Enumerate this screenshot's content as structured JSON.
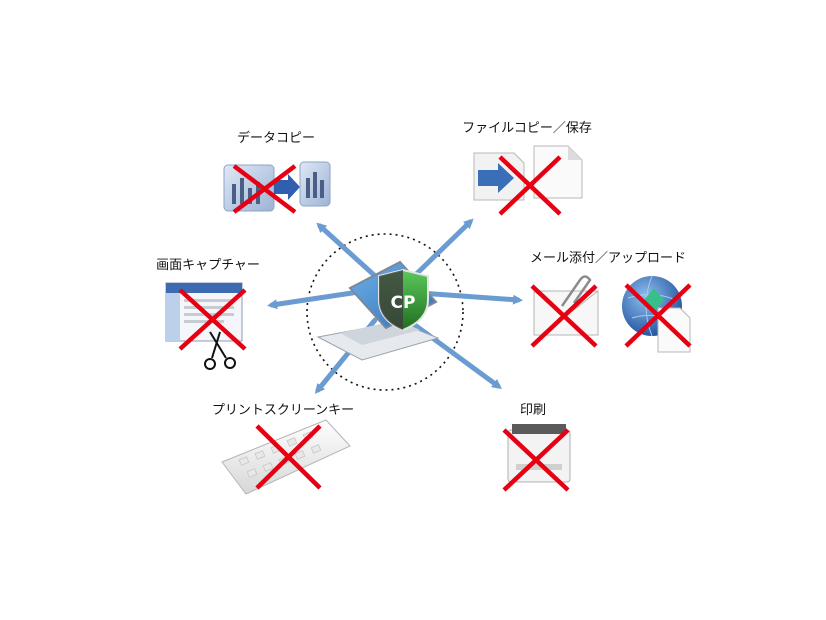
{
  "center": {
    "logo_text": "CP",
    "icon": "laptop-icon"
  },
  "features": [
    {
      "id": "data-copy",
      "label": "データコピー",
      "icon": "data-transfer-icon",
      "blocked": true
    },
    {
      "id": "file-copy",
      "label": "ファイルコピー／保存",
      "icon": "file-save-icon",
      "blocked": true
    },
    {
      "id": "mail-upload",
      "label": "メール添付／アップロード",
      "icon": "mail-attachment-icon",
      "blocked": true
    },
    {
      "id": "screen-capture",
      "label": "画面キャプチャー",
      "icon": "screen-capture-icon",
      "blocked": true
    },
    {
      "id": "print-screen",
      "label": "プリントスクリーンキー",
      "icon": "keyboard-icon",
      "blocked": true
    },
    {
      "id": "print",
      "label": "印刷",
      "icon": "printer-icon",
      "blocked": true
    }
  ],
  "colors": {
    "arrow": "#6a9bd1",
    "cross": "#e60012",
    "shield_green": "#2f8f2f"
  }
}
